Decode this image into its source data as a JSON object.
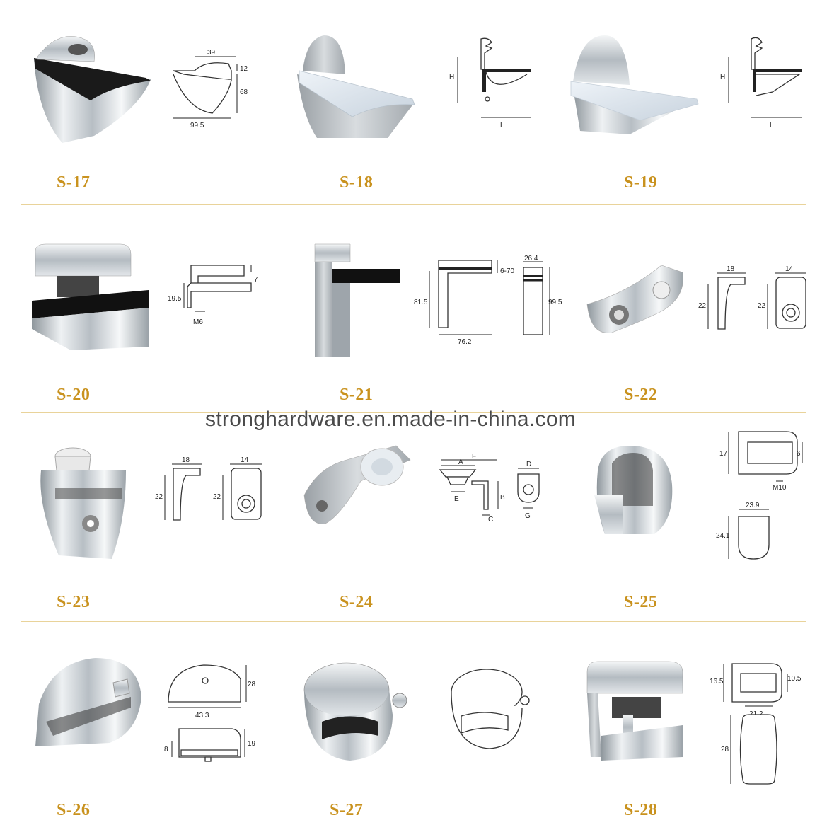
{
  "watermark": "stronghardware.en.made-in-china.com",
  "products": [
    {
      "code": "S-17",
      "dims": [
        "39",
        "12",
        "68",
        "99.5"
      ]
    },
    {
      "code": "S-18",
      "dims": [
        "H",
        "L"
      ]
    },
    {
      "code": "S-19",
      "dims": [
        "H",
        "L"
      ]
    },
    {
      "code": "S-20",
      "dims": [
        "7",
        "19.5",
        "M6"
      ]
    },
    {
      "code": "S-21",
      "dims": [
        "26.4",
        "6-70",
        "81.5",
        "99.5",
        "76.2"
      ]
    },
    {
      "code": "S-22",
      "dims": [
        "18",
        "14",
        "22",
        "22"
      ]
    },
    {
      "code": "S-23",
      "dims": [
        "18",
        "14",
        "22",
        "22"
      ]
    },
    {
      "code": "S-24",
      "dims": [
        "F",
        "A",
        "D",
        "E",
        "B",
        "C",
        "G"
      ]
    },
    {
      "code": "S-25",
      "dims": [
        "17",
        "6",
        "M10",
        "23.9",
        "24.1"
      ]
    },
    {
      "code": "S-26",
      "dims": [
        "28",
        "43.3",
        "8",
        "19"
      ]
    },
    {
      "code": "S-27",
      "dims": []
    },
    {
      "code": "S-28",
      "dims": [
        "16.5",
        "10.5",
        "21.2",
        "28"
      ]
    }
  ],
  "colors": {
    "label": "#c9921e",
    "rule": "#e9d39a",
    "metal": "#c8cdd2",
    "black": "#1a1a1a"
  }
}
